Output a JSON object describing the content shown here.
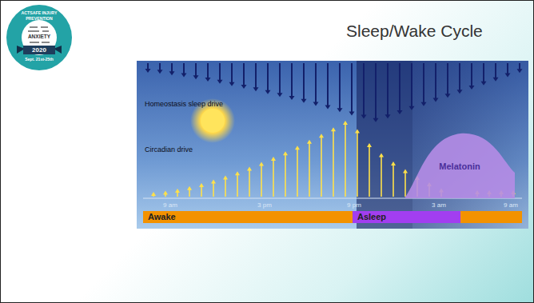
{
  "diagram": {
    "title": "Sleep/Wake Cycle",
    "nodes": [
      {
        "text": [
          "ACTSAFE INJURY PREVENTION",
          "ANXIETY",
          "2020",
          "Sept. 21st-25th"
        ]
      },
      {
        "text": [
          "Melatonin"
        ]
      },
      {
        "text": [
          "Awake"
        ]
      },
      {
        "text": [
          "Asleep"
        ]
      }
    ],
    "labels": [
      "Homeostasis sleep drive",
      "Circadian drive",
      "9 am",
      "3 pm",
      "9 pm",
      "3 am",
      "9 am"
    ]
  }
}
